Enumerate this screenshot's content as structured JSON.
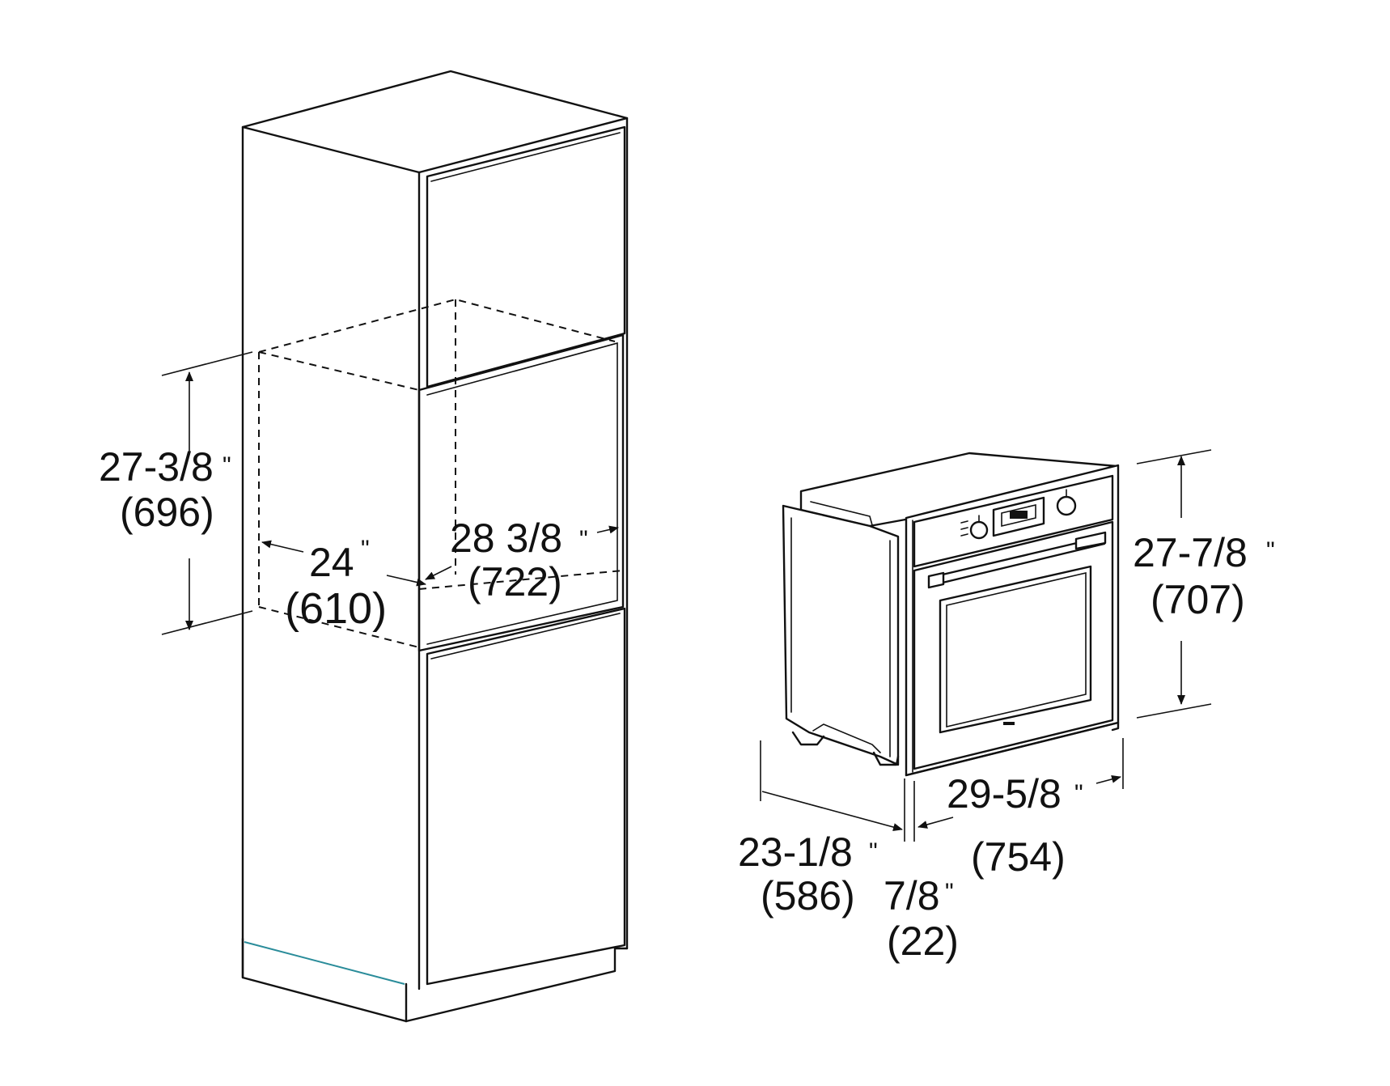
{
  "cabinet_height": {
    "value": "27-3/8",
    "unit": "\"",
    "metric": "(696)"
  },
  "cabinet_width": {
    "value": "24",
    "unit": "\"",
    "metric": "(610)"
  },
  "cabinet_opening": {
    "value": "28 3/8",
    "unit": "\"",
    "metric": "(722)"
  },
  "oven_height": {
    "value": "27-7/8",
    "unit": "\"",
    "metric": "(707)"
  },
  "oven_width": {
    "value": "29-5/8",
    "unit": "\"",
    "metric": "(754)"
  },
  "oven_depth": {
    "value": "23-1/8 ",
    "unit": "\"",
    "metric": "(586)"
  },
  "oven_door": {
    "value": "7/8",
    "unit": "\"",
    "metric": "(22)"
  },
  "colors": {
    "line": "#111111",
    "background": "#ffffff",
    "toe_kick_accent": "#2a8c9a"
  }
}
